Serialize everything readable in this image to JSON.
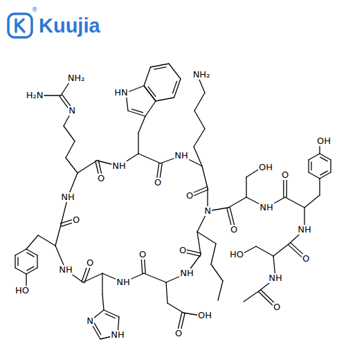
{
  "diagram": {
    "labels": [
      "®",
      "Kuujia",
      "NH₂",
      "NH₂",
      "HN",
      "H₂N",
      "N",
      "OH",
      "NH",
      "NH",
      "OH",
      "O",
      "O",
      "O",
      "O",
      "NH",
      "NH",
      "N",
      "O",
      "O",
      "NH",
      "HO",
      "O",
      "O",
      "O",
      "O",
      "NH",
      "NH",
      "NH",
      "NH",
      "HO",
      "O",
      "OH",
      "N",
      "O",
      "NH"
    ]
  }
}
